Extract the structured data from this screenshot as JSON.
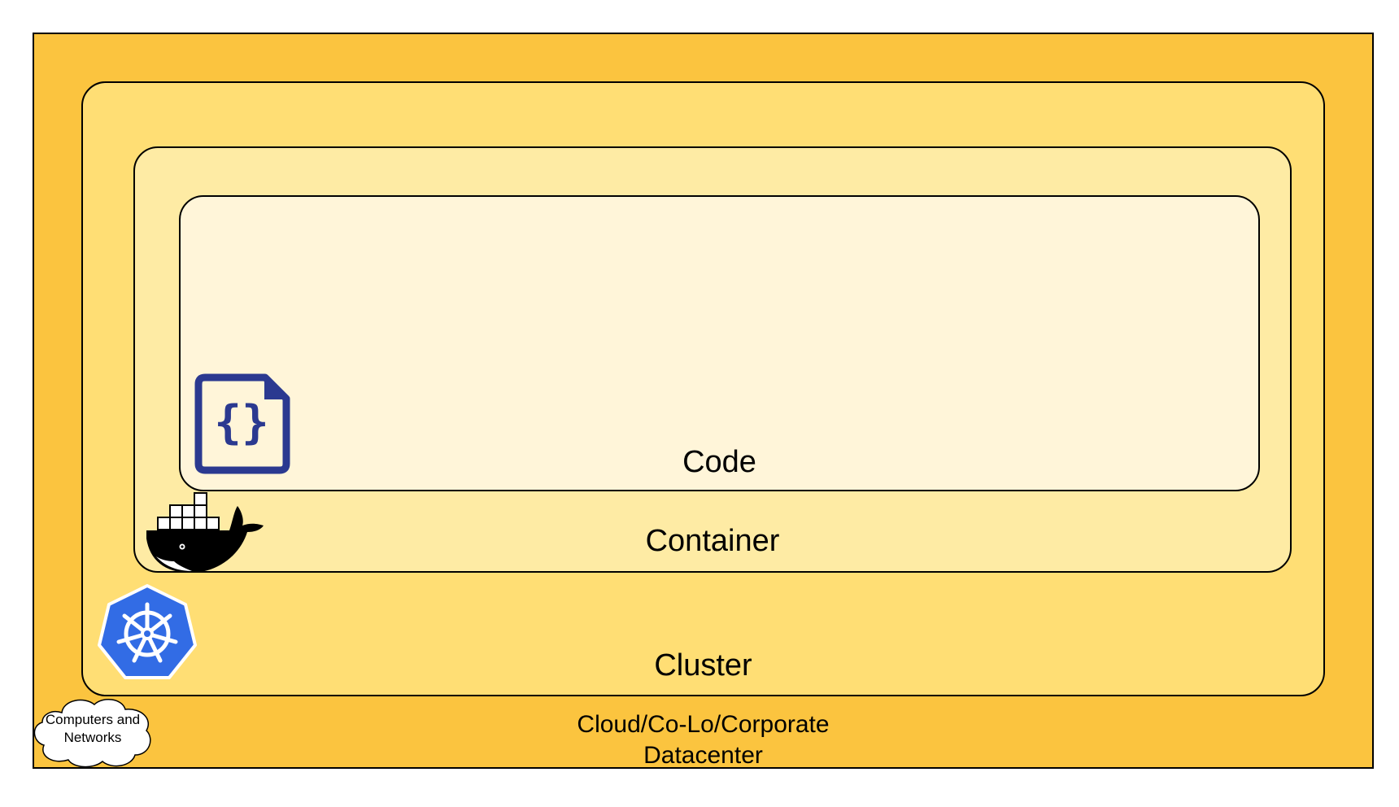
{
  "layers": {
    "datacenter": {
      "label": "Cloud/Co-Lo/Corporate\nDatacenter",
      "fill": "#FBC43F"
    },
    "cluster": {
      "label": "Cluster",
      "fill": "#FFDE74"
    },
    "container": {
      "label": "Container",
      "fill": "#FEEBA4"
    },
    "code": {
      "label": "Code",
      "fill": "#FFF5D9"
    }
  },
  "cloud": {
    "label": "Computers and\nNetworks",
    "icon": "cloud-icon"
  },
  "icons": {
    "code": "code-file-icon",
    "docker": "docker-whale-icon",
    "kubernetes": "kubernetes-helm-icon"
  },
  "colors": {
    "code_icon": "#2B3990",
    "kubernetes": "#326CE5",
    "docker": "#000000"
  }
}
